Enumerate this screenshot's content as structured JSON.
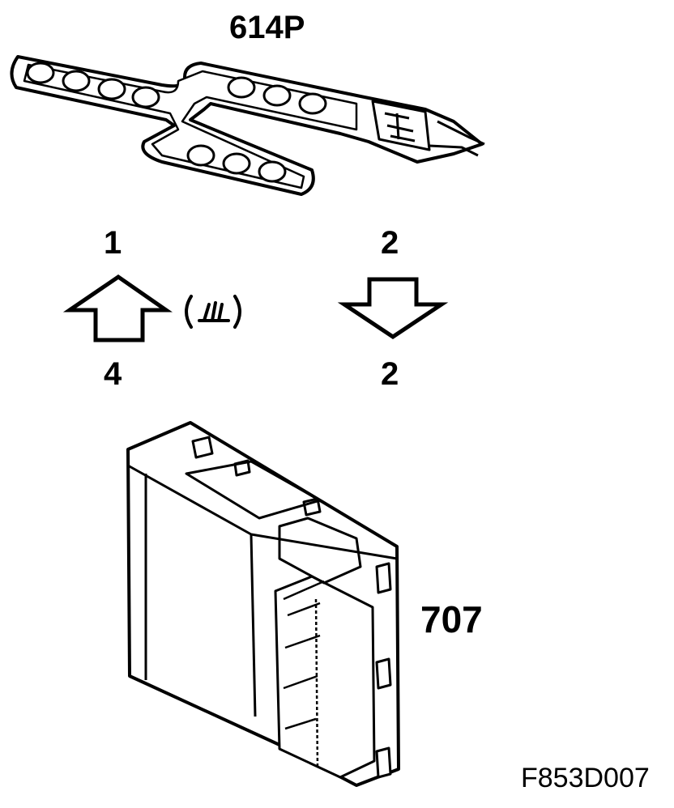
{
  "sensor": {
    "label": "614P"
  },
  "signals": {
    "left": {
      "top_pin": "1",
      "bottom_pin": "4",
      "direction": "up",
      "note_symbol": "ground-symbol"
    },
    "right": {
      "top_pin": "2",
      "bottom_pin": "2",
      "direction": "down"
    }
  },
  "module": {
    "label": "707"
  },
  "figure": {
    "code": "F853D007"
  },
  "colors": {
    "ink": "#000000",
    "paper": "#ffffff"
  }
}
